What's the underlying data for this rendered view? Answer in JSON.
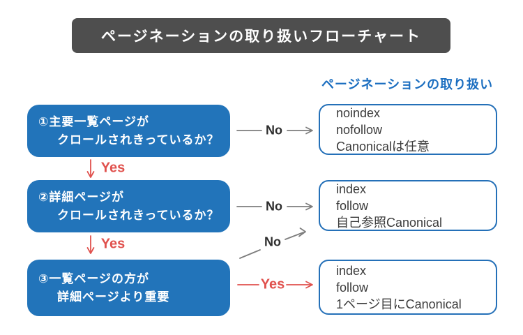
{
  "title": "ページネーションの取り扱いフローチャート",
  "right_column_header": "ページネーションの取り扱い",
  "questions": [
    {
      "line1": "①主要一覧ページが",
      "line2": "クロールされきっているか？"
    },
    {
      "line1": "②詳細ページが",
      "line2": "クロールされきっているか？"
    },
    {
      "line1": "③一覧ページの方が",
      "line2": "詳細ページより重要"
    }
  ],
  "outcomes": [
    {
      "lines": [
        "noindex",
        "nofollow",
        "Canonicalは任意"
      ]
    },
    {
      "lines": [
        "index",
        "follow",
        "自己参照Canonical"
      ]
    },
    {
      "lines": [
        "index",
        "follow",
        "1ページ目にCanonical"
      ]
    }
  ],
  "labels": {
    "no": "No",
    "yes": "Yes"
  },
  "colors": {
    "question_box_blue": "#2274ba",
    "outcome_border_blue": "#2470b8",
    "header_text_blue": "#1b6ec0",
    "title_bar_gray": "#4e4e4e",
    "yes_red": "#e0514d",
    "no_arrow_gray": "#7d7d7d",
    "outcome_text": "#3b3b3b"
  }
}
